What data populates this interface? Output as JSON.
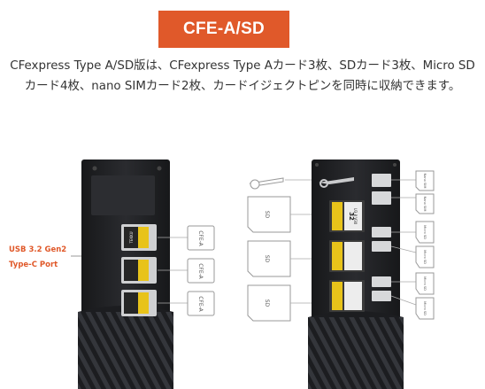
{
  "title": "CFE-A/SD",
  "description": "CFexpress Type A/SD版は、CFexpress Type Aカード3枚、SDカード3枚、Micro SDカード4枚、nano SIMカード2枚、カードイジェクトピンを同時に収納できます。",
  "port_label": {
    "line1": "USB 3.2 Gen2",
    "line2": "Type-C Port"
  },
  "cfe_labels": [
    "CFE-A",
    "CFE-A",
    "CFE-A"
  ],
  "sd_labels": [
    "SD",
    "SD",
    "SD"
  ],
  "nano_sim_labels": [
    "Nano SIM",
    "Nano SIM"
  ],
  "micro_sd_labels": [
    "Micro SD",
    "Micro SD",
    "Micro SD",
    "Micro SD"
  ],
  "card_text": {
    "sd_card_brand": "U3 8 V30",
    "sd_card_capacity": "32",
    "cfe_card_brand": "TEKKU"
  },
  "colors": {
    "accent": "#e0592a",
    "case_body": "#1e1f22",
    "card_yellow": "#e8c31a"
  }
}
